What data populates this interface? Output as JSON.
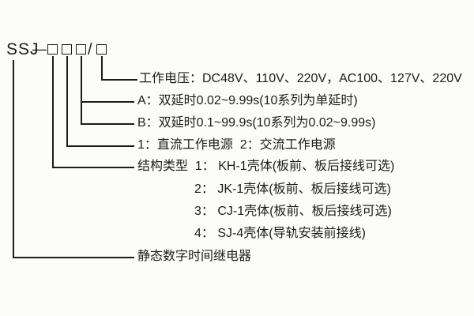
{
  "model_code": {
    "prefix": "SSJ",
    "dash": "—",
    "slash": "/"
  },
  "rows": {
    "voltage": "工作电压：DC48V、110V、220V，AC100、127V、220V",
    "delay_a": "A：双延时0.02~9.99s(10系列为单延时)",
    "delay_b": "B：双延时0.1~99.9s(10系列为0.02~9.99s)",
    "power": "1：直流工作电源  2：交流工作电源",
    "structure_1": "结构类型  1： KH-1壳体(板前、板后接线可选)",
    "structure_2": "2： JK-1壳体(板前、板后接线可选)",
    "structure_3": "3： CJ-1壳体(板前、板后接线可选)",
    "structure_4": "4： SJ-4壳体(导轨安装前接线)",
    "product_name": "静态数字时间继电器"
  },
  "colors": {
    "line": "#1c1c1c",
    "text": "#1c1c1c",
    "background": "#fcfcfa"
  }
}
